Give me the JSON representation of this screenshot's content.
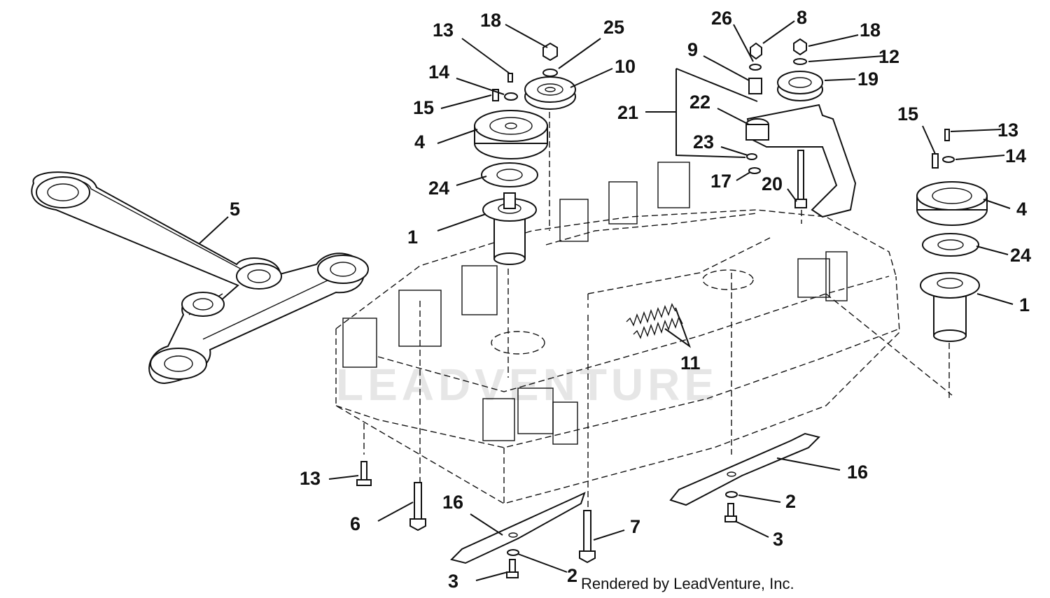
{
  "watermark": "LEADVENTURE",
  "footer_text": "Rendered by LeadVenture, Inc.",
  "callouts": {
    "c13a": "13",
    "c18a": "18",
    "c25": "25",
    "c14a": "14",
    "c10": "10",
    "c15a": "15",
    "c4a": "4",
    "c24a": "24",
    "c1a": "1",
    "c5": "5",
    "c26": "26",
    "c8": "8",
    "c9": "9",
    "c18b": "18",
    "c12": "12",
    "c19": "19",
    "c22": "22",
    "c21": "21",
    "c23": "23",
    "c17": "17",
    "c20": "20",
    "c15b": "15",
    "c13b": "13",
    "c14b": "14",
    "c4b": "4",
    "c24b": "24",
    "c1b": "1",
    "c11": "11",
    "c13c": "13",
    "c6": "6",
    "c16a": "16",
    "c3a": "3",
    "c2a": "2",
    "c7": "7",
    "c16b": "16",
    "c2b": "2",
    "c3b": "3"
  },
  "colors": {
    "line": "#111111",
    "watermark": "#e6e6e6",
    "background": "#ffffff"
  }
}
